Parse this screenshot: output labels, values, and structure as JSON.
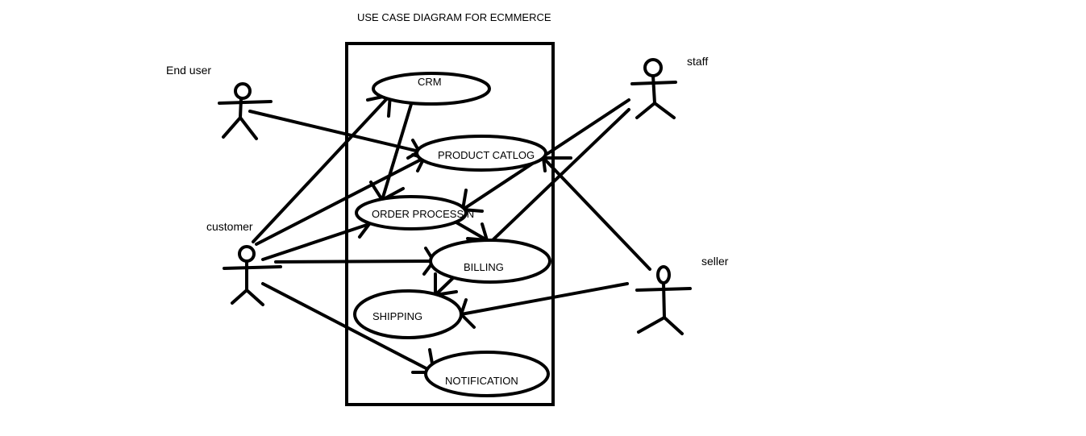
{
  "diagram": {
    "title": "USE CASE DIAGRAM FOR ECMMERCE"
  },
  "actors": {
    "end_user": "End user",
    "customer": "customer",
    "staff": "staff",
    "seller": "seller"
  },
  "use_cases": {
    "crm": "CRM",
    "product_catalog": "PRODUCT CATLOG",
    "order_processing": "ORDER PROCESSIN",
    "billing": "BILLING",
    "shipping": "SHIPPING",
    "notification": "NOTIFICATION"
  },
  "colors": {
    "ink": "#000000",
    "background": "#ffffff"
  }
}
